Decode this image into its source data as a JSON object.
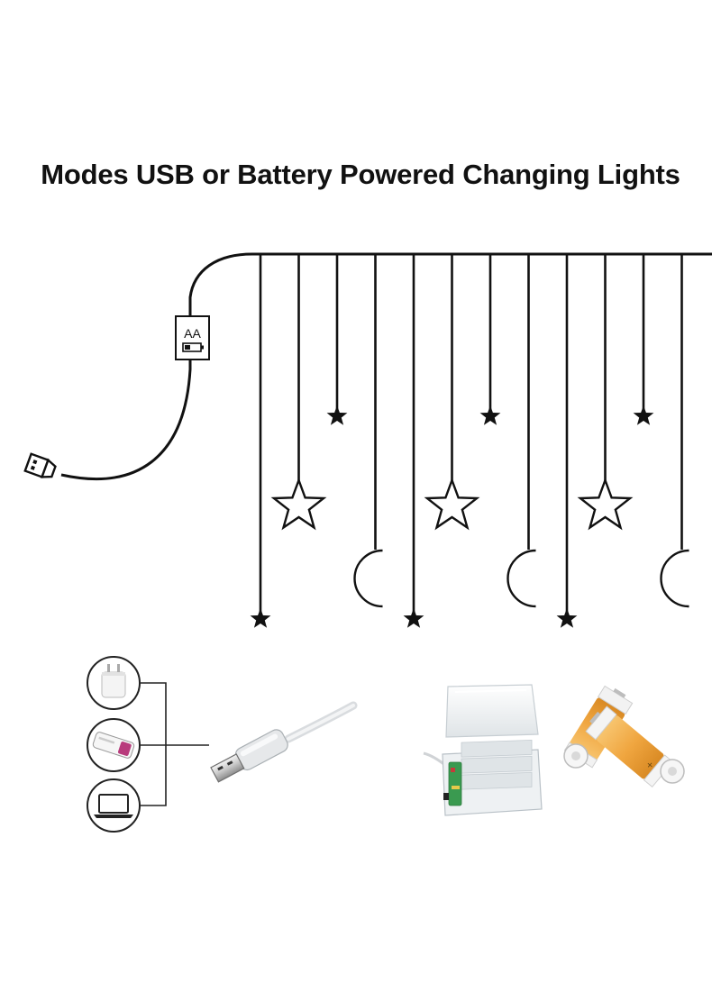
{
  "title": "Modes USB or Battery Powered Changing Lights",
  "battery_box": {
    "label": "AA",
    "icon": "battery-icon"
  },
  "connector_icon": "usb-plug-icon",
  "string_lights": {
    "strand_count": 12,
    "pendant_pattern": [
      "small-star",
      "outline-star",
      "small-star",
      "outline-moon"
    ],
    "shapes": [
      "small-star-icon",
      "outline-star-icon",
      "outline-moon-icon"
    ]
  },
  "power_sources": {
    "usb_options": [
      "wall-adapter-icon",
      "power-bank-icon",
      "laptop-icon"
    ],
    "usb_cable_icon": "usb-cable-icon",
    "battery_case_icon": "battery-case-icon",
    "batteries_icon": "aa-batteries-icon"
  },
  "colors": {
    "line": "#111111",
    "battery_orange": "#f0a640",
    "case_clear": "#eef2f4",
    "circuit_green": "#3a9a50"
  }
}
